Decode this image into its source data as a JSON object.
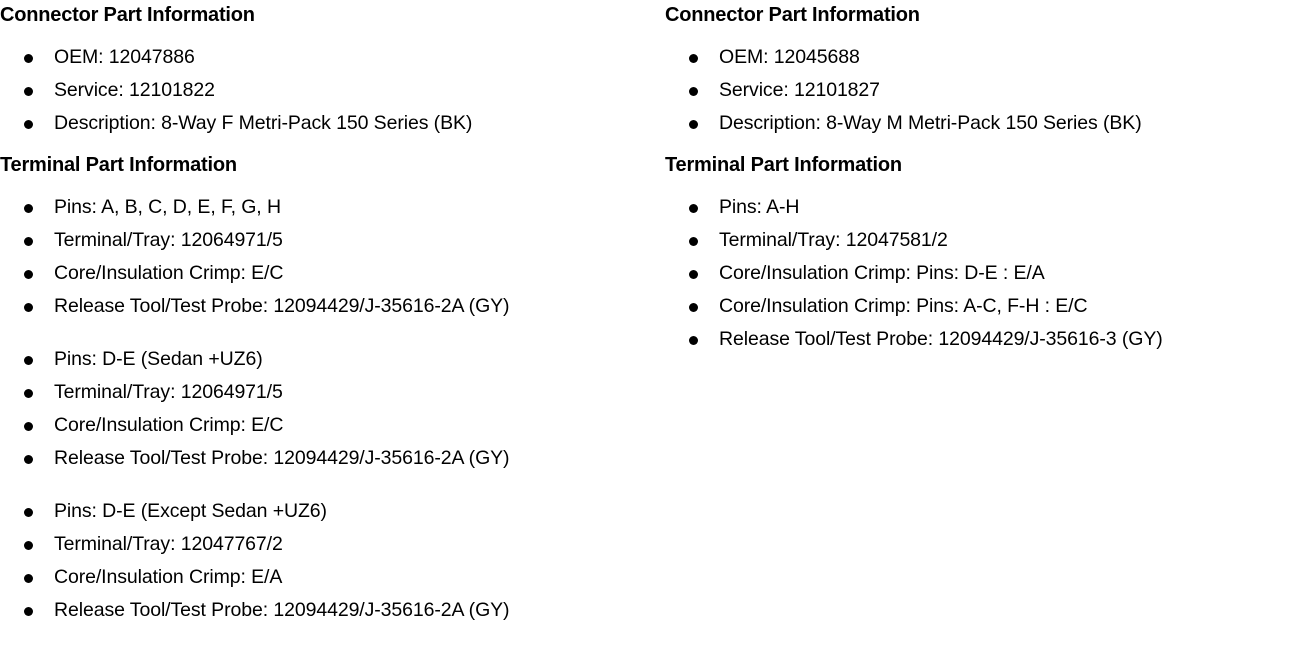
{
  "document": {
    "title": "Connector Part Information",
    "text_color": "#000000",
    "background_color": "#ffffff"
  },
  "columns": [
    {
      "id": "left",
      "connector": {
        "header": "Connector Part Information",
        "items": [
          "OEM: 12047886",
          "Service: 12101822",
          "Description: 8-Way F Metri-Pack 150 Series (BK)"
        ]
      },
      "terminal": {
        "header": "Terminal Part Information",
        "groups": [
          {
            "items": [
              "Pins: A, B, C, D, E, F, G, H",
              "Terminal/Tray: 12064971/5",
              "Core/Insulation Crimp: E/C",
              "Release Tool/Test Probe: 12094429/J-35616-2A (GY)"
            ]
          },
          {
            "items": [
              "Pins: D-E (Sedan +UZ6)",
              "Terminal/Tray: 12064971/5",
              "Core/Insulation Crimp: E/C",
              "Release Tool/Test Probe: 12094429/J-35616-2A (GY)"
            ]
          },
          {
            "items": [
              "Pins: D-E (Except Sedan +UZ6)",
              "Terminal/Tray: 12047767/2",
              "Core/Insulation Crimp: E/A",
              "Release Tool/Test Probe: 12094429/J-35616-2A (GY)"
            ]
          }
        ]
      }
    },
    {
      "id": "right",
      "connector": {
        "header": "Connector Part Information",
        "items": [
          "OEM: 12045688",
          "Service: 12101827",
          "Description: 8-Way M Metri-Pack 150 Series (BK)"
        ]
      },
      "terminal": {
        "header": "Terminal Part Information",
        "groups": [
          {
            "items": [
              "Pins: A-H",
              "Terminal/Tray: 12047581/2",
              "Core/Insulation Crimp: Pins: D-E : E/A",
              "Core/Insulation Crimp: Pins: A-C, F-H : E/C",
              "Release Tool/Test Probe: 12094429/J-35616-3 (GY)"
            ]
          }
        ]
      }
    }
  ]
}
